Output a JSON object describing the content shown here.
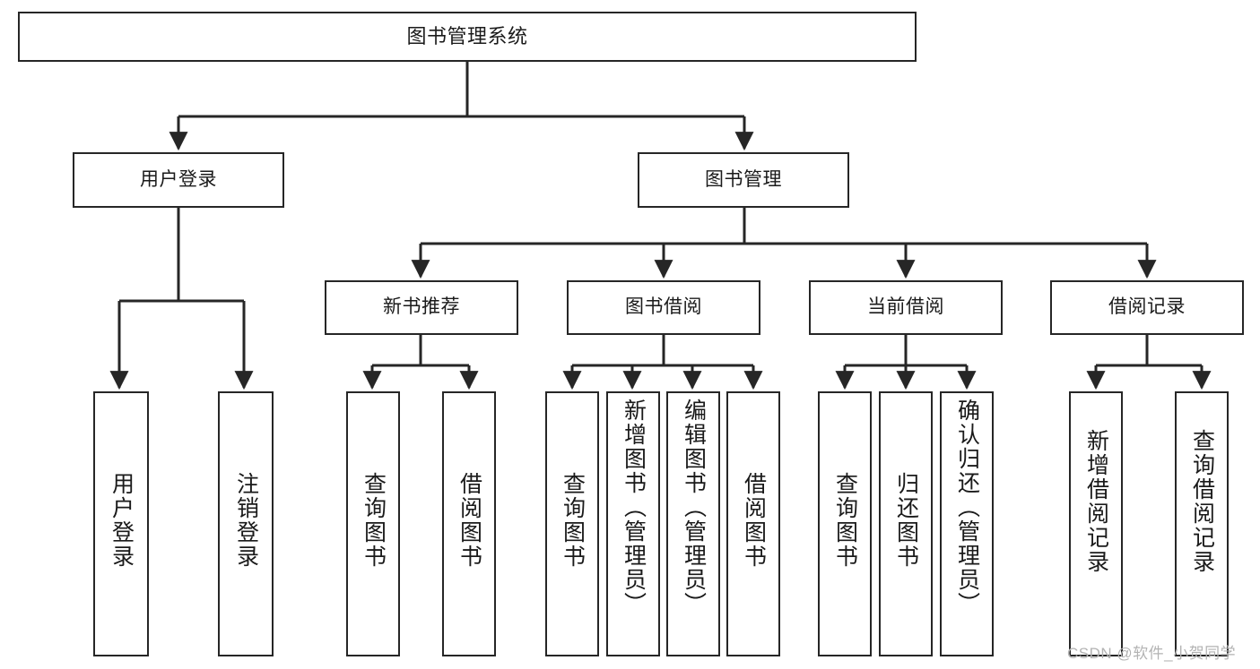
{
  "diagram": {
    "title": "图书管理系统",
    "type": "tree-hierarchy",
    "colors": {
      "stroke": "#262626",
      "fill": "#ffffff",
      "text": "#1a1a1a",
      "watermark": "#b3b3b3"
    },
    "root": {
      "label": "图书管理系统"
    },
    "level1": [
      {
        "label": "用户登录"
      },
      {
        "label": "图书管理"
      }
    ],
    "level2": [
      {
        "label": "新书推荐"
      },
      {
        "label": "图书借阅"
      },
      {
        "label": "当前借阅"
      },
      {
        "label": "借阅记录"
      }
    ],
    "leaves": {
      "user_login": [
        {
          "label": "用户登录"
        },
        {
          "label": "注销登录"
        }
      ],
      "new_book_recommend": [
        {
          "label": "查询图书"
        },
        {
          "label": "借阅图书"
        }
      ],
      "book_borrow": [
        {
          "label": "查询图书"
        },
        {
          "label": "新增图书（管理员）"
        },
        {
          "label": "编辑图书（管理员）"
        },
        {
          "label": "借阅图书"
        }
      ],
      "current_borrow": [
        {
          "label": "查询图书"
        },
        {
          "label": "归还图书"
        },
        {
          "label": "确认归还（管理员）"
        }
      ],
      "borrow_record": [
        {
          "label": "新增借阅记录"
        },
        {
          "label": "查询借阅记录"
        }
      ]
    },
    "watermark": "CSDN @软件_小贺同学"
  }
}
